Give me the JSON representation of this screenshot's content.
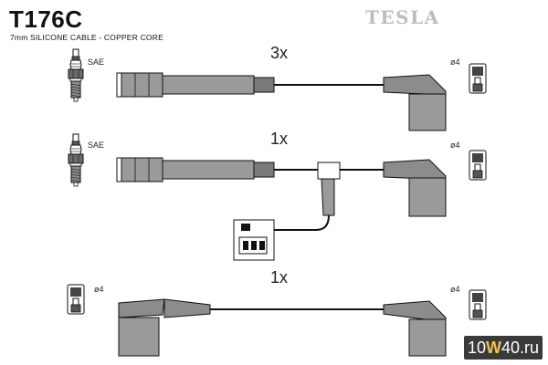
{
  "header": {
    "title": "T176C",
    "subtitle": "7mm SILICONE CABLE - COPPER CORE",
    "brand": "TESLA"
  },
  "rows": [
    {
      "quantity": "3x",
      "left_label": "SAE",
      "right_label": "ø4"
    },
    {
      "quantity": "1x",
      "left_label": "SAE",
      "right_label": "ø4"
    },
    {
      "quantity": "1x",
      "left_label": "ø4",
      "right_label": "ø4"
    }
  ],
  "watermark": {
    "prefix": "10",
    "highlight": "W",
    "suffix": "40.ru"
  },
  "colors": {
    "ink": "#111111",
    "cable_fill": "#8c8c8c",
    "boot_fill": "#9a9a9a",
    "brand_gray": "#bdbdbd",
    "watermark_bg": "#3a3a3a",
    "watermark_accent": "#f2c14e"
  }
}
